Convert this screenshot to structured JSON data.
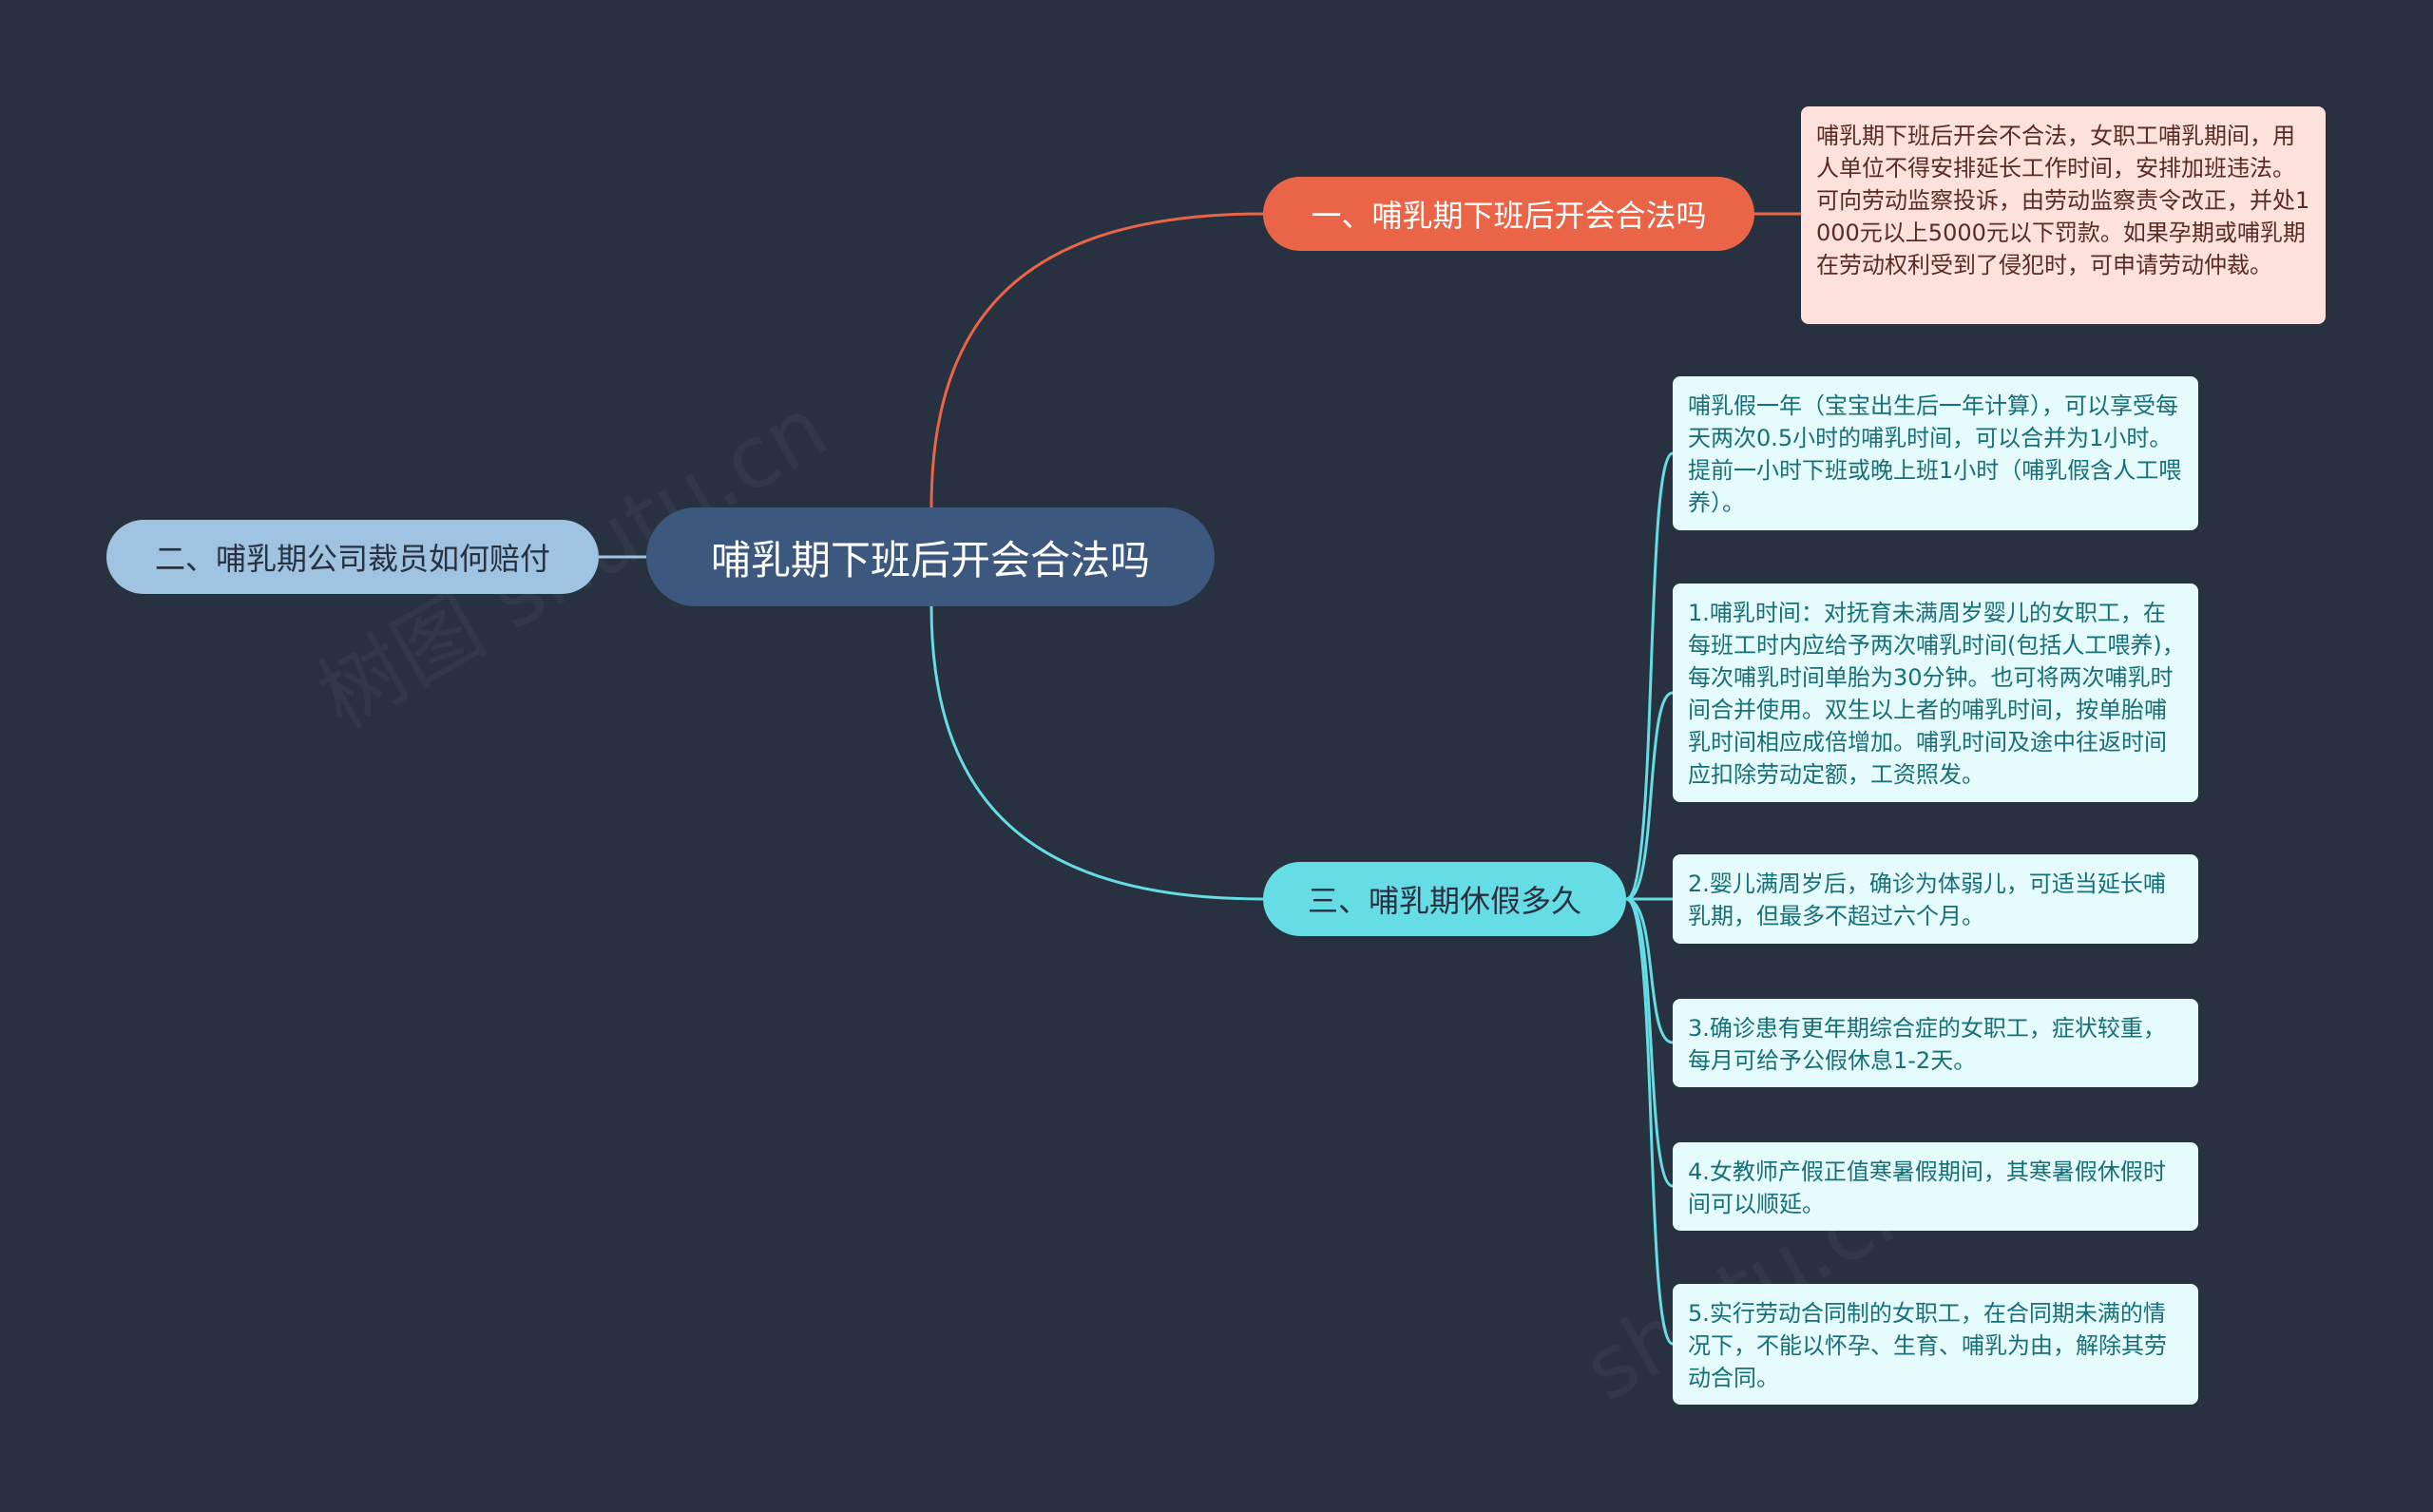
{
  "root": {
    "label": "哺乳期下班后开会合法吗"
  },
  "branches": {
    "b1": {
      "label": "一、哺乳期下班后开会合法吗",
      "color": "#ea6447"
    },
    "b2": {
      "label": "二、哺乳期公司裁员如何赔付",
      "color": "#9fc3e0"
    },
    "b3": {
      "label": "三、哺乳期休假多久",
      "color": "#66dce4"
    }
  },
  "cards": {
    "b1_detail": "哺乳期下班后开会不合法，女职工哺乳期间，用人单位不得安排延长工作时间，安排加班违法。可向劳动监察投诉，由劳动监察责令改正，并处1000元以上5000元以下罚款。如果孕期或哺乳期在劳动权利受到了侵犯时，可申请劳动仲裁。",
    "b3_items": [
      "哺乳假一年（宝宝出生后一年计算），可以享受每天两次0.5小时的哺乳时间，可以合并为1小时。提前一小时下班或晚上班1小时（哺乳假含人工喂养）。",
      "1.哺乳时间：对抚育未满周岁婴儿的女职工，在每班工时内应给予两次哺乳时间(包括人工喂养)，每次哺乳时间单胎为30分钟。也可将两次哺乳时间合并使用。双生以上者的哺乳时间，按单胎哺乳时间相应成倍增加。哺乳时间及途中往返时间应扣除劳动定额，工资照发。",
      "2.婴儿满周岁后，确诊为体弱儿，可适当延长哺乳期，但最多不超过六个月。",
      "3.确诊患有更年期综合症的女职工，症状较重，每月可给予公假休息1-2天。",
      "4.女教师产假正值寒暑假期间，其寒暑假休假时间可以顺延。",
      "5.实行劳动合同制的女职工，在合同期未满的情况下，不能以怀孕、生育、哺乳为由，解除其劳动合同。"
    ]
  },
  "colors": {
    "background": "#283140",
    "root": "#3c587e",
    "branch_red": "#ea6447",
    "branch_blue": "#9fc3e0",
    "branch_cyan": "#66dce4",
    "card_red": "#fde1dc",
    "card_cyan": "#e6fbfb"
  }
}
